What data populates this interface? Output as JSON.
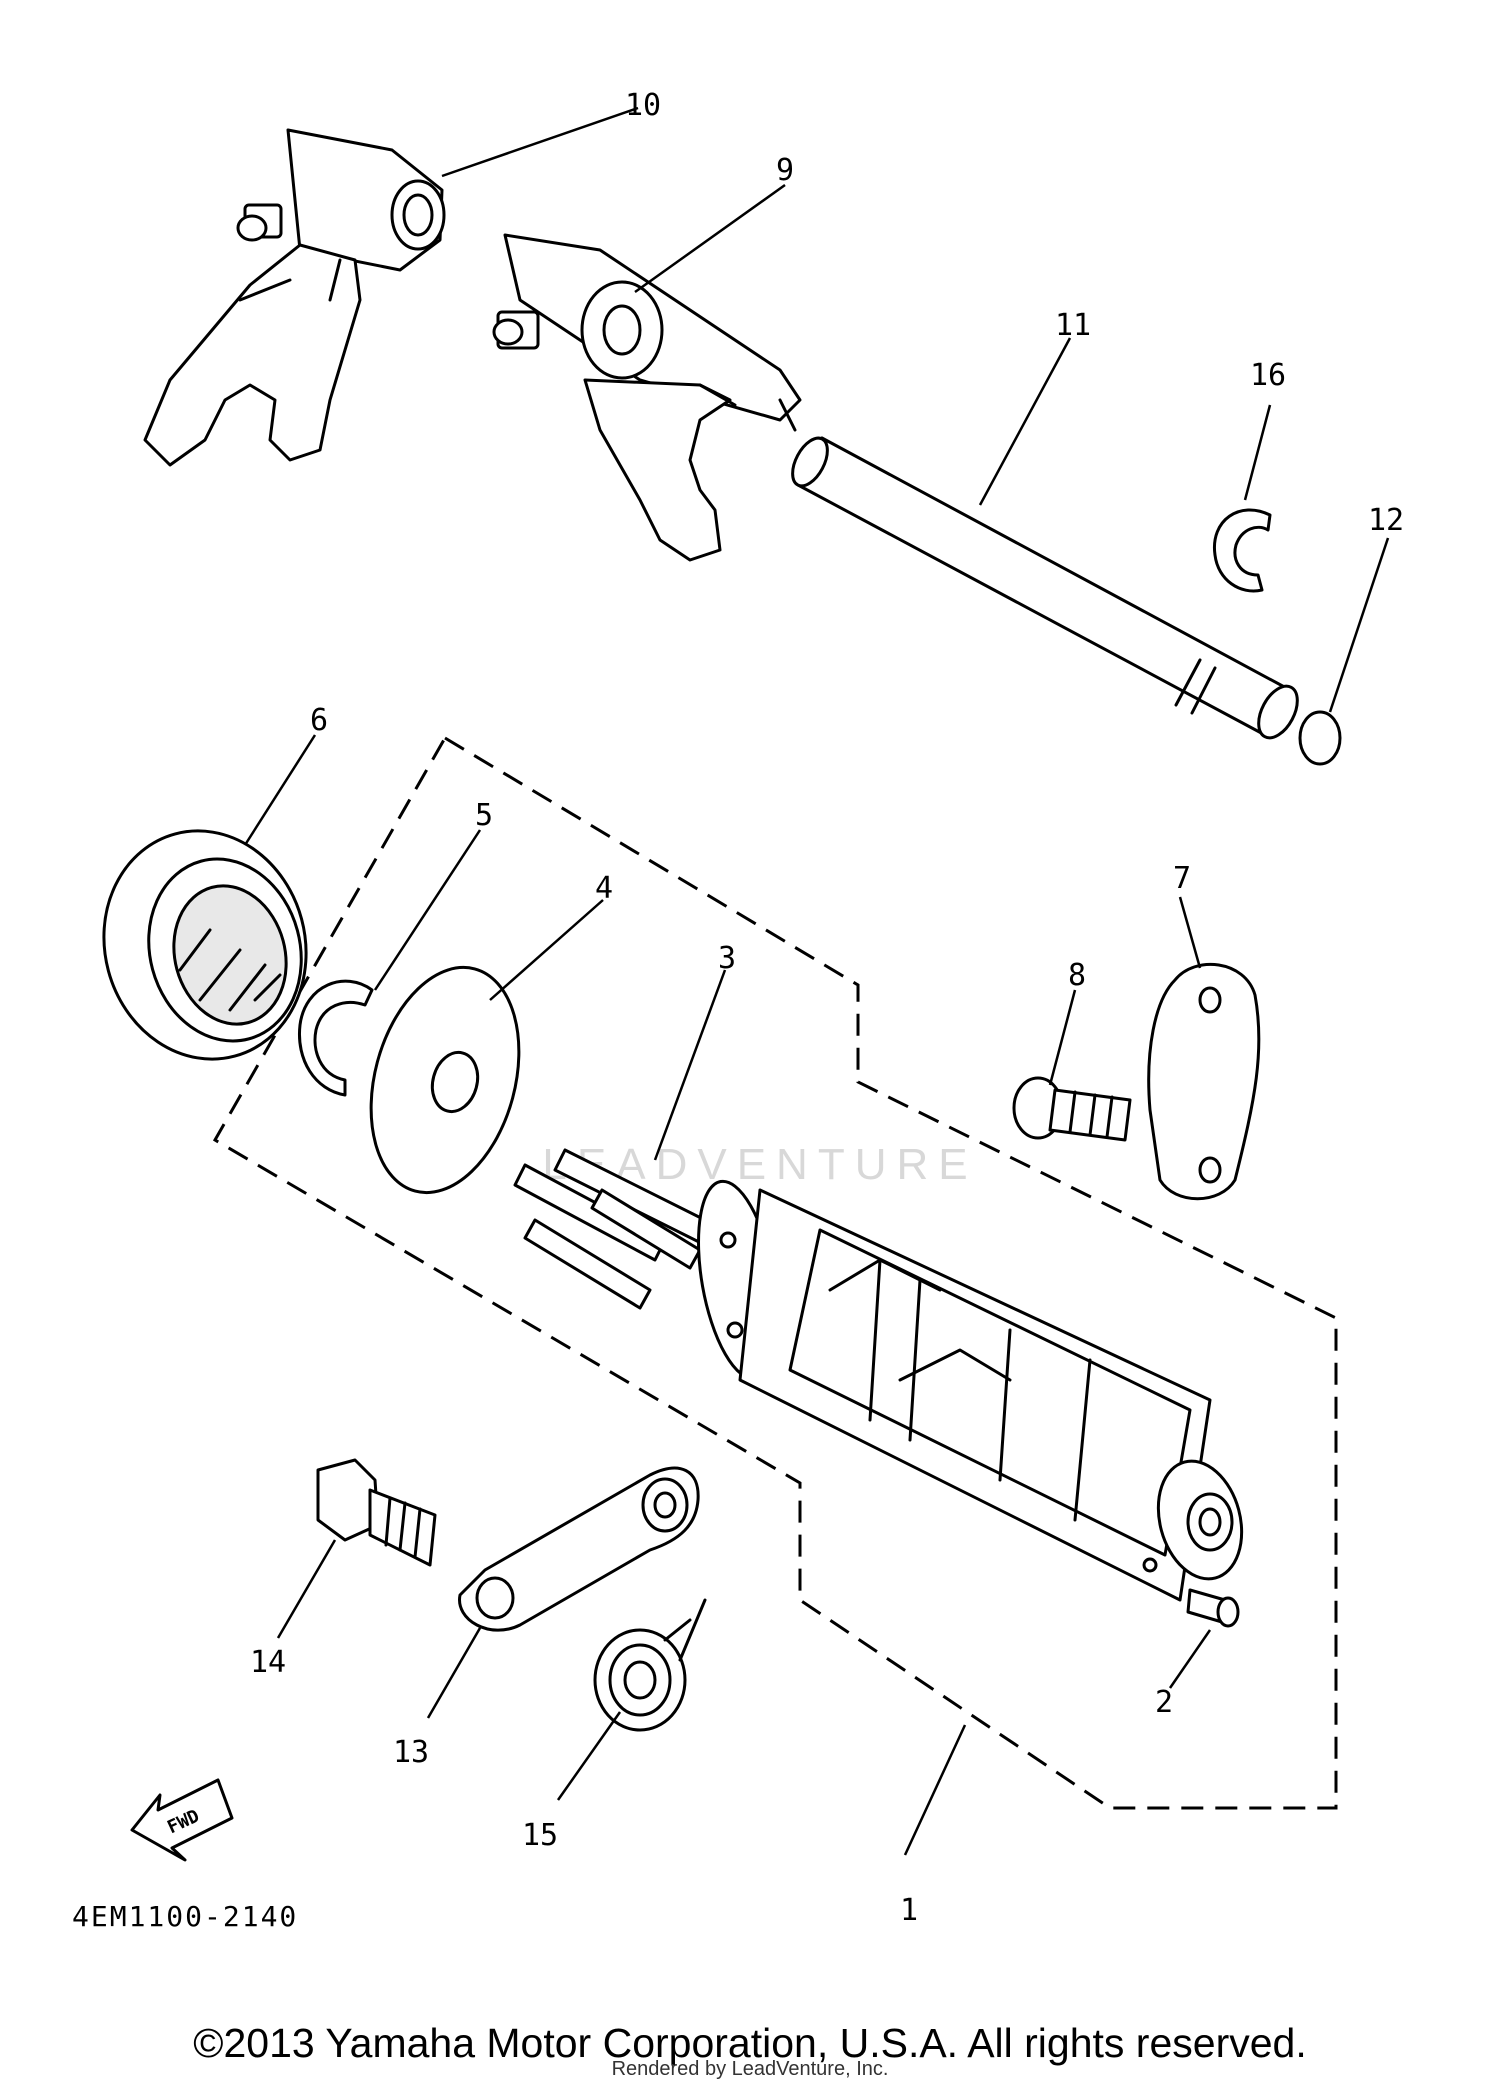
{
  "callouts": {
    "c1": "1",
    "c2": "2",
    "c3": "3",
    "c4": "4",
    "c5": "5",
    "c6": "6",
    "c7": "7",
    "c8": "8",
    "c9": "9",
    "c10": "10",
    "c11": "11",
    "c12": "12",
    "c13": "13",
    "c14": "14",
    "c15": "15",
    "c16": "16"
  },
  "fwd_arrow_label": "FWD",
  "diagram_code": "4EM1100-2140",
  "watermark": "LEADVENTURE",
  "copyright": "©2013 Yamaha Motor Corporation, U.S.A. All rights reserved.",
  "rendered_by": "Rendered by LeadVenture, Inc."
}
